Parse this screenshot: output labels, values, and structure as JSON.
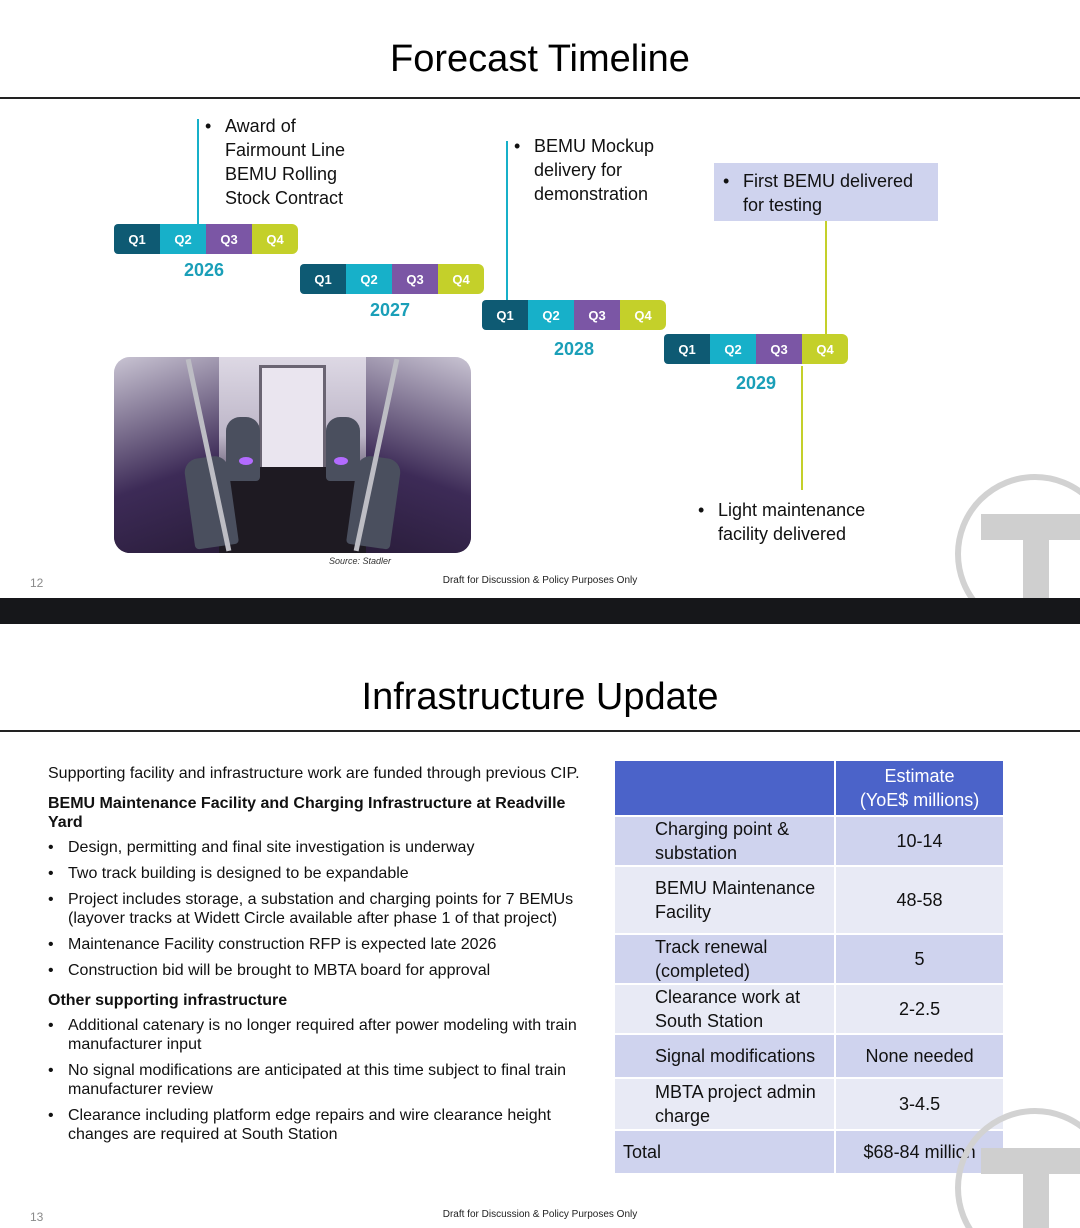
{
  "slide1": {
    "title": "Forecast Timeline",
    "page_number": "12",
    "footer": "Draft for Discussion & Policy Purposes Only",
    "source": "Source: Stadler",
    "quarter_labels": [
      "Q1",
      "Q2",
      "Q3",
      "Q4"
    ],
    "years": [
      "2026",
      "2027",
      "2028",
      "2029"
    ],
    "milestones": {
      "award": [
        "Award of",
        "Fairmount Line",
        "BEMU Rolling",
        "Stock Contract"
      ],
      "mockup": [
        "BEMU Mockup",
        "delivery for",
        "demonstration"
      ],
      "first_bemu": [
        "First BEMU delivered",
        "for testing"
      ],
      "light_maintenance": [
        "Light maintenance",
        "facility delivered"
      ]
    },
    "colors": {
      "q1": "#0e5a73",
      "q2": "#17b0c9",
      "q3": "#7b56a5",
      "q4": "#c4d02a",
      "year": "#1a9fb8"
    }
  },
  "slide2": {
    "title": "Infrastructure Update",
    "page_number": "13",
    "footer": "Draft for Discussion & Policy Purposes Only",
    "intro": "Supporting facility and infrastructure work are funded through previous CIP.",
    "section1_heading": "BEMU Maintenance Facility and Charging Infrastructure at Readville Yard",
    "section1_bullets": [
      "Design, permitting and final site investigation is underway",
      "Two track building is designed to be expandable",
      "Project includes storage, a substation and charging points for 7 BEMUs (layover tracks at Widett Circle available after phase 1 of that project)",
      "Maintenance Facility construction RFP is expected late 2026",
      "Construction bid will be brought to MBTA board for approval"
    ],
    "section2_heading": "Other supporting infrastructure",
    "section2_bullets": [
      "Additional catenary is no longer required after power modeling with train manufacturer input",
      "No signal modifications are anticipated at this time subject to final train manufacturer review",
      "Clearance including platform edge repairs and wire clearance height changes are required at South Station"
    ],
    "table": {
      "header_col1": "",
      "header_col2_line1": "Estimate",
      "header_col2_line2": "(YoE$ millions)",
      "rows": [
        {
          "item": "Charging point & substation",
          "estimate": "10-14"
        },
        {
          "item": "BEMU Maintenance Facility",
          "estimate": "48-58"
        },
        {
          "item": "Track renewal (completed)",
          "estimate": "5"
        },
        {
          "item": "Clearance work at South Station",
          "estimate": "2-2.5"
        },
        {
          "item": "Signal modifications",
          "estimate": "None needed"
        },
        {
          "item": "MBTA project admin charge",
          "estimate": "3-4.5"
        }
      ],
      "total_label": "Total",
      "total_value": "$68-84 million"
    },
    "colors": {
      "table_header": "#4b63c9",
      "row_dark": "#cfd3ee",
      "row_light": "#e8eaf5"
    }
  }
}
